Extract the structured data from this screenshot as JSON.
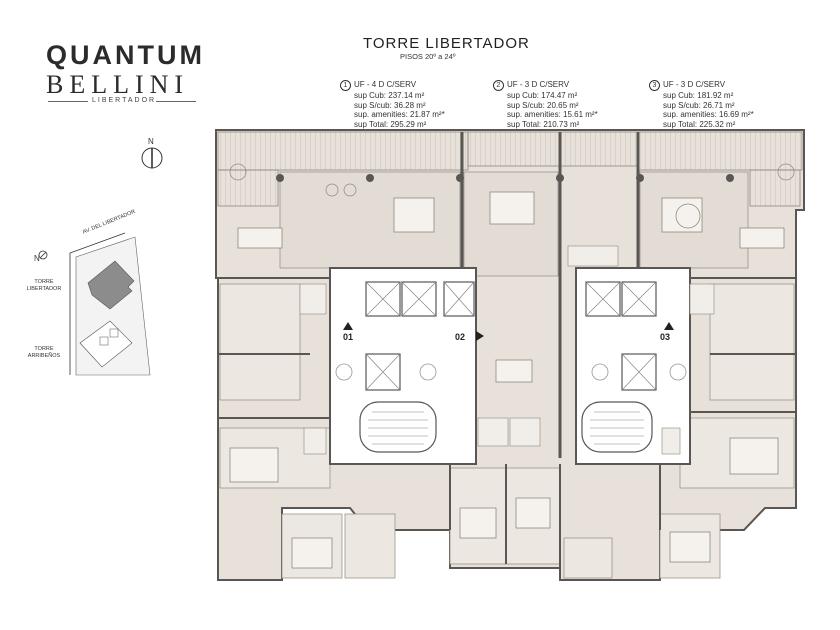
{
  "logo": {
    "line1": "QUANTUM",
    "line2": "BELLINI",
    "line3": "LIBERTADOR"
  },
  "header": {
    "title": "TORRE  LIBERTADOR",
    "subtitle": "PISOS  20º a 24º"
  },
  "units": [
    {
      "number": "1",
      "name": "UF - 4 D C/SERV",
      "lines": [
        "sup Cub:   237.14 m²",
        "sup S/cub:  36.28 m²",
        "sup. amenities: 21.87 m²*",
        "sup Total: 295.29 m²"
      ]
    },
    {
      "number": "2",
      "name": "UF - 3 D C/SERV",
      "lines": [
        "sup Cub: 174.47 m²",
        "sup S/cub:  20.65 m²",
        "sup. amenities: 15.61 m²*",
        "sup Total: 210.73 m²"
      ]
    },
    {
      "number": "3",
      "name": "UF - 3 D C/SERV",
      "lines": [
        "sup Cub:  181.92 m²",
        "sup S/cub:   26.71 m²",
        "sup. amenities: 16.69 m²*",
        "sup Total: 225.32 m²"
      ]
    }
  ],
  "north": "N",
  "site": {
    "street": "AV. DEL LIBERTADOR",
    "north": "N",
    "tower1": [
      "TORRE",
      "LIBERTADOR"
    ],
    "tower2": [
      "TORRE",
      "ARRIBEÑOS"
    ]
  },
  "badges": [
    "01",
    "02",
    "03"
  ],
  "colors": {
    "plan_fill": "#e7e1da",
    "wall": "#5a5653",
    "core": "#ffffff",
    "line": "#9b948d"
  }
}
